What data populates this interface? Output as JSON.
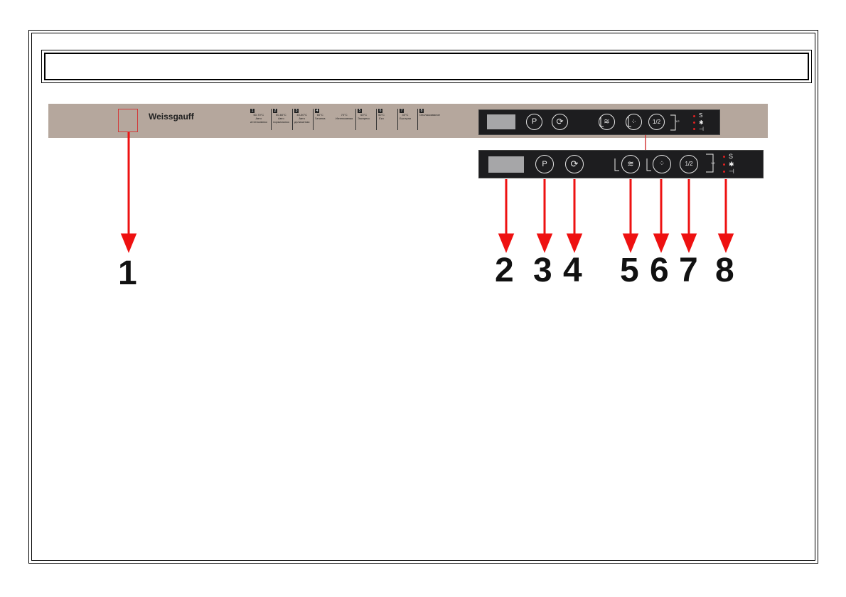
{
  "brand": "Weissgauff",
  "programs": [
    {
      "num": "1",
      "lines": [
        "60-70°C",
        "Авто",
        "интенсивная"
      ]
    },
    {
      "num": "2",
      "lines": [
        "50-60°C",
        "Авто",
        "нормальная"
      ]
    },
    {
      "num": "3",
      "lines": [
        "40-50°C",
        "Авто",
        "деликатная"
      ]
    },
    {
      "num": "4",
      "lines": [
        "60°C",
        "Гигиена"
      ]
    },
    {
      "num": "",
      "lines": [
        "70°C",
        "Интенсивная"
      ]
    },
    {
      "num": "5",
      "lines": [
        "60°C",
        "Экспресс"
      ]
    },
    {
      "num": "6",
      "lines": [
        "50°C",
        "Eко"
      ]
    },
    {
      "num": "7",
      "lines": [
        "40°C",
        "Быстрая"
      ]
    },
    {
      "num": "8",
      "lines": [
        "Ополаскивание"
      ]
    }
  ],
  "buttons": {
    "program_label": "P",
    "half_load_label": "1/2",
    "half_small_label": "1/2"
  },
  "indicators": {
    "salt": "S",
    "rinse": "✱",
    "tap": "⊣"
  },
  "callouts": [
    "1",
    "2",
    "3",
    "4",
    "5",
    "6",
    "7",
    "8"
  ],
  "colors": {
    "panel": "#b5a79d",
    "control_panel": "#1d1d1f",
    "arrow": "#ee1111",
    "display": "#a6a6a8"
  },
  "icons": [
    "power-button-icon",
    "program-icon",
    "start-reset-icon",
    "upper-basket-icon",
    "spray-icon",
    "half-load-icon",
    "basket-indicator-icon",
    "salt-indicator-icon",
    "rinse-aid-indicator-icon",
    "water-tap-indicator-icon"
  ]
}
